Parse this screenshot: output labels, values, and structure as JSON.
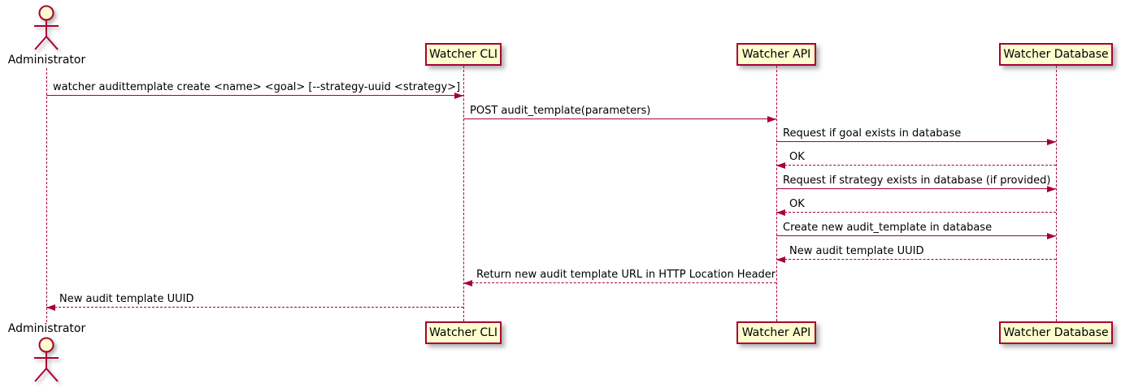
{
  "diagram": {
    "type": "sequence-diagram",
    "colors": {
      "accent": "#A80036",
      "participant_fill": "#FEFECE",
      "background": "#FFFFFF",
      "text": "#000000"
    },
    "participants": [
      {
        "id": "administrator",
        "label": "Administrator",
        "kind": "actor"
      },
      {
        "id": "watcher-cli",
        "label": "Watcher CLI",
        "kind": "participant"
      },
      {
        "id": "watcher-api",
        "label": "Watcher API",
        "kind": "participant"
      },
      {
        "id": "watcher-database",
        "label": "Watcher Database",
        "kind": "participant"
      }
    ],
    "messages": [
      {
        "from": "administrator",
        "to": "watcher-cli",
        "line": "solid",
        "label": "watcher audittemplate create <name> <goal> [--strategy-uuid <strategy>]"
      },
      {
        "from": "watcher-cli",
        "to": "watcher-api",
        "line": "solid",
        "label": "POST audit_template(parameters)"
      },
      {
        "from": "watcher-api",
        "to": "watcher-database",
        "line": "solid",
        "label": "Request if goal exists in database"
      },
      {
        "from": "watcher-database",
        "to": "watcher-api",
        "line": "dashed",
        "label": "OK"
      },
      {
        "from": "watcher-api",
        "to": "watcher-database",
        "line": "solid",
        "label": "Request if strategy exists in database (if provided)"
      },
      {
        "from": "watcher-database",
        "to": "watcher-api",
        "line": "dashed",
        "label": "OK"
      },
      {
        "from": "watcher-api",
        "to": "watcher-database",
        "line": "solid",
        "label": "Create new audit_template in database"
      },
      {
        "from": "watcher-database",
        "to": "watcher-api",
        "line": "dashed",
        "label": "New audit template UUID"
      },
      {
        "from": "watcher-api",
        "to": "watcher-cli",
        "line": "dashed",
        "label": "Return new audit template URL in HTTP Location Header"
      },
      {
        "from": "watcher-cli",
        "to": "administrator",
        "line": "dashed",
        "label": "New audit template UUID"
      }
    ]
  }
}
